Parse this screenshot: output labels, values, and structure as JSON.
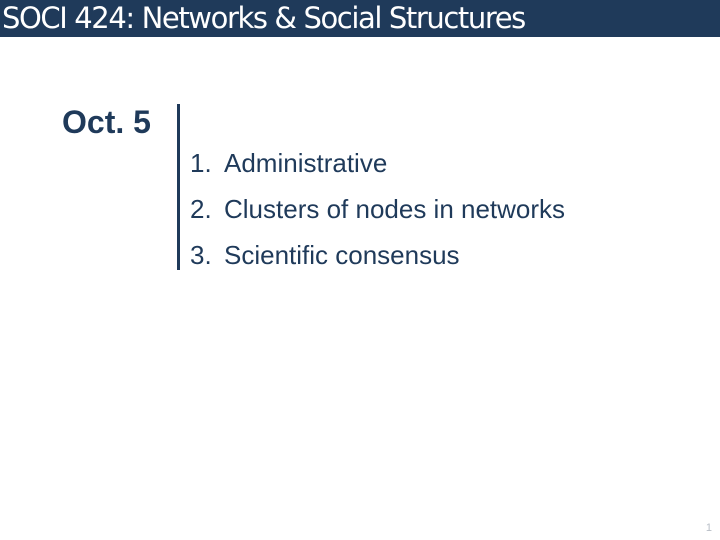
{
  "slide": {
    "title": "SOCI 424: Networks & Social Structures",
    "date": "Oct. 5",
    "agenda": [
      {
        "num": "1.",
        "label": "Administrative"
      },
      {
        "num": "2.",
        "label": "Clusters of nodes in networks"
      },
      {
        "num": "3.",
        "label": "Scientific consensus"
      }
    ],
    "page_number": "1"
  },
  "colors": {
    "title_bar": "#1f3a5a",
    "title_text": "#ffffff",
    "body_text": "#1f3a5a",
    "page_number": "#b8bec6"
  }
}
